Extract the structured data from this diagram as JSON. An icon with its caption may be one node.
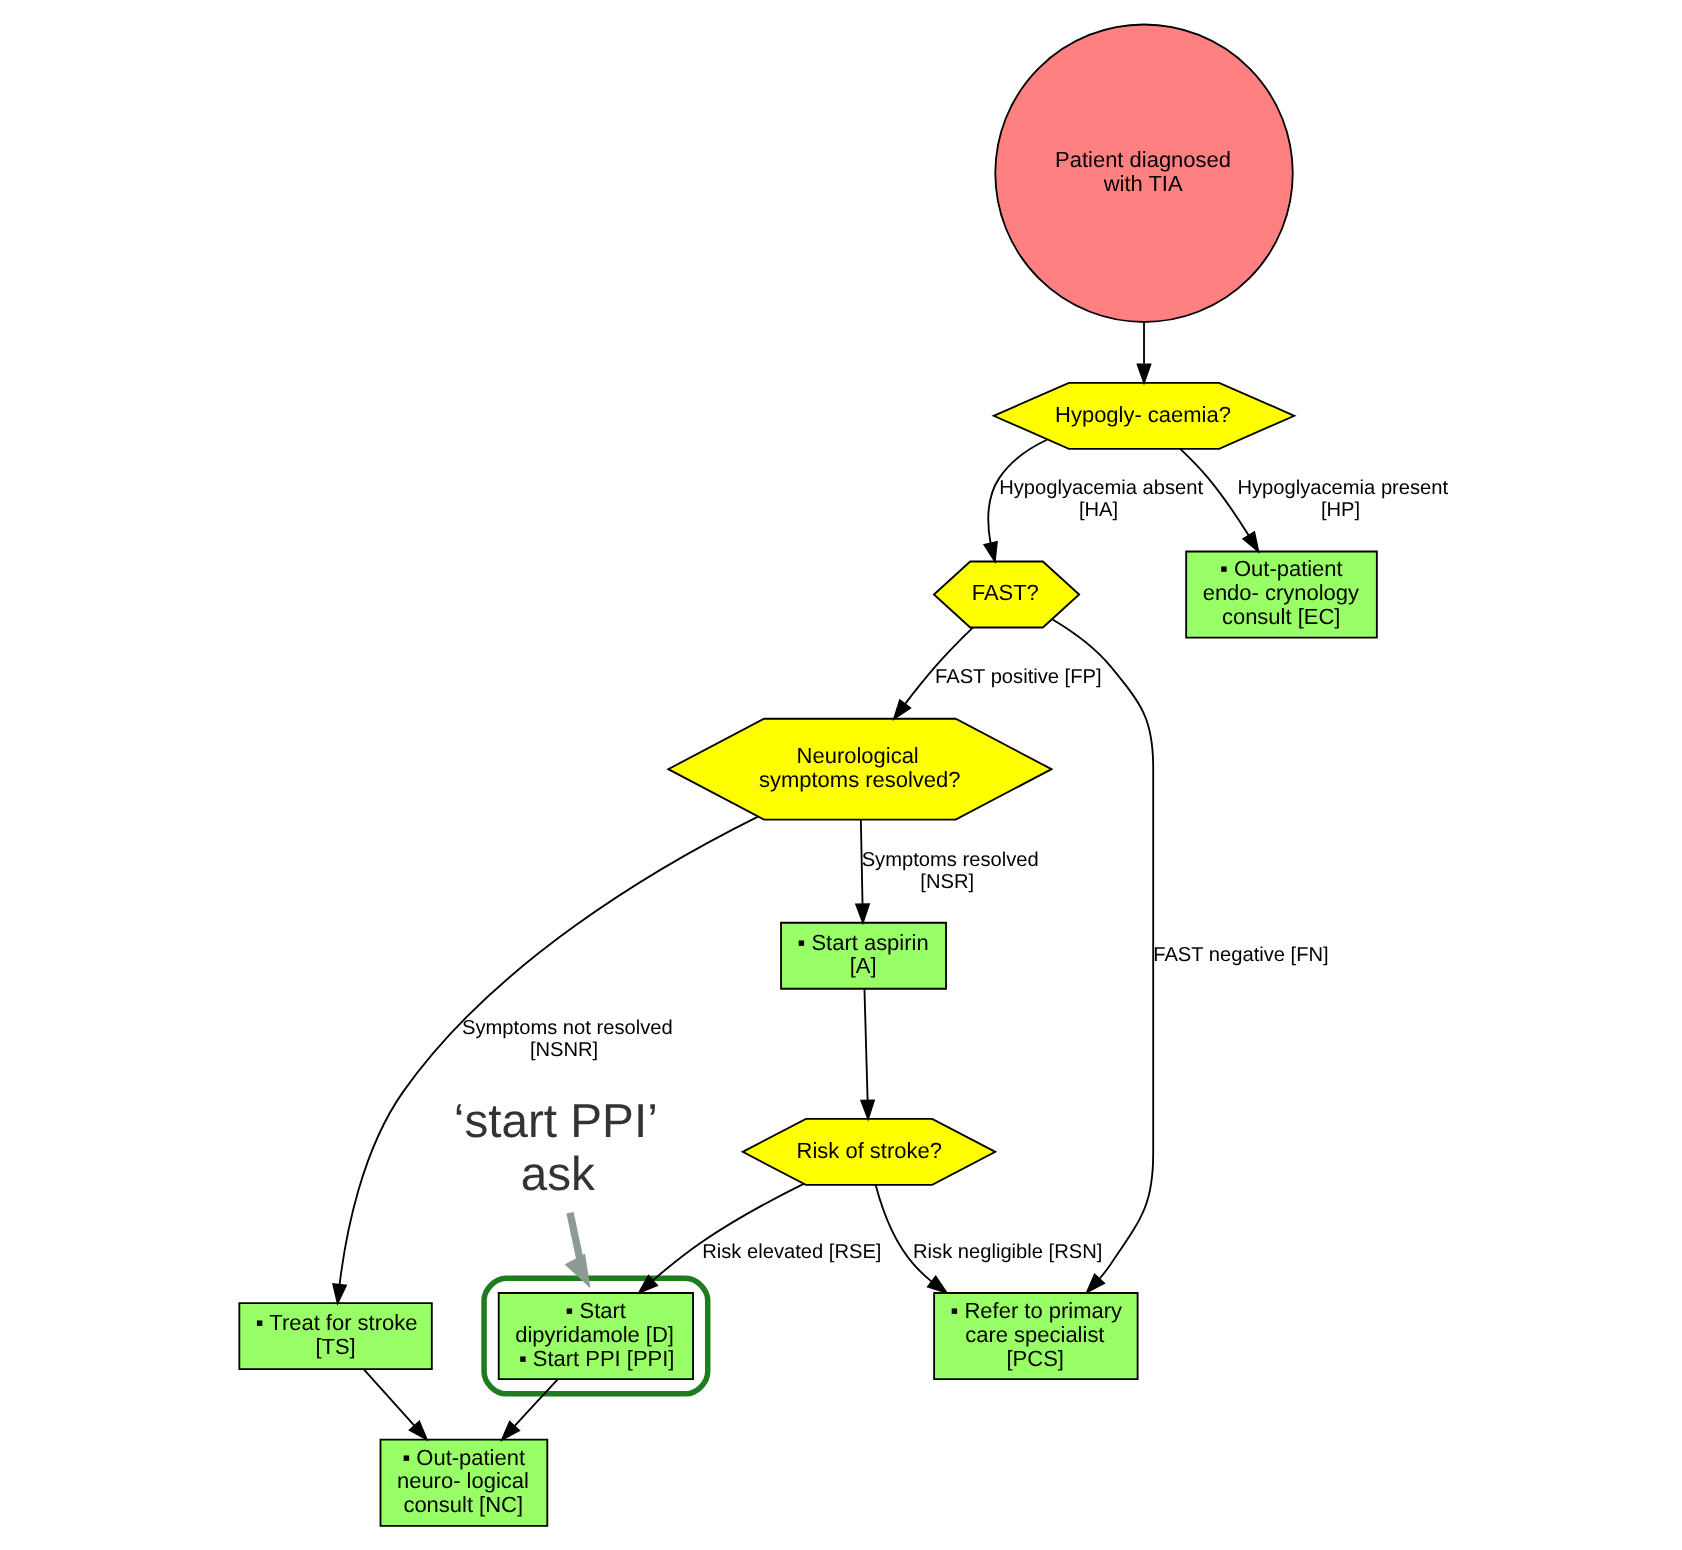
{
  "diagram": {
    "nodes": [
      {
        "text": [
          "Patient diagnosed with TIA"
        ]
      },
      {
        "text": [
          "Hypogly- caemia?"
        ]
      },
      {
        "text": [
          "FAST?"
        ]
      },
      {
        "text": [
          "▪ Out-patient endo- crynology consult [EC]"
        ]
      },
      {
        "text": [
          "Neurological symptoms resolved?"
        ]
      },
      {
        "text": [
          "▪ Start aspirin [A]"
        ]
      },
      {
        "text": [
          "▪ Treat for stroke [TS]"
        ]
      },
      {
        "text": [
          "Risk of stroke?"
        ]
      },
      {
        "text": [
          "▪ Refer to primary care specialist [PCS]"
        ]
      },
      {
        "text": [],
        "shape": "box"
      },
      {
        "text": [
          "▪ Start dipyridamole [D]",
          "▪ Start PPI [PPI]"
        ],
        "in": 9
      },
      {
        "text": [
          "▪ Out-patient neuro- logical consult [NC]"
        ]
      },
      {
        "text": [
          "‘start PPI’ ask"
        ]
      }
    ],
    "edges": [
      {
        "from": 0,
        "to": 1,
        "arrow": "to"
      },
      {
        "from": 1,
        "to": 2,
        "arrow": "to",
        "label": "Hypoglyacemia absent [HA]"
      },
      {
        "from": 1,
        "to": 3,
        "arrow": "to",
        "label": "Hypoglyacemia present [HP]"
      },
      {
        "from": 2,
        "to": 4,
        "arrow": "to",
        "label": "FAST positive [FP]"
      },
      {
        "from": 2,
        "to": 8,
        "arrow": "to",
        "label": "FAST negative [FN]"
      },
      {
        "from": 4,
        "to": 5,
        "arrow": "to",
        "label": "Symptoms resolved [NSR]"
      },
      {
        "from": 4,
        "to": 6,
        "arrow": "to",
        "label": "Symptoms not resolved [NSNR]"
      },
      {
        "from": 5,
        "to": 7,
        "arrow": "to"
      },
      {
        "from": 7,
        "to": 8,
        "arrow": "to",
        "label": "Risk negligible [RSN]"
      },
      {
        "from": 7,
        "to": 10,
        "arrow": "to",
        "label": "Risk elevated [RSE]"
      },
      {
        "from": 6,
        "to": 11,
        "arrow": "to"
      },
      {
        "from": 10,
        "to": 11,
        "arrow": "to"
      },
      {
        "from": 12,
        "to": 9,
        "arrow": "to",
        "style": "thick",
        "color": "#8c9c94"
      }
    ]
  }
}
